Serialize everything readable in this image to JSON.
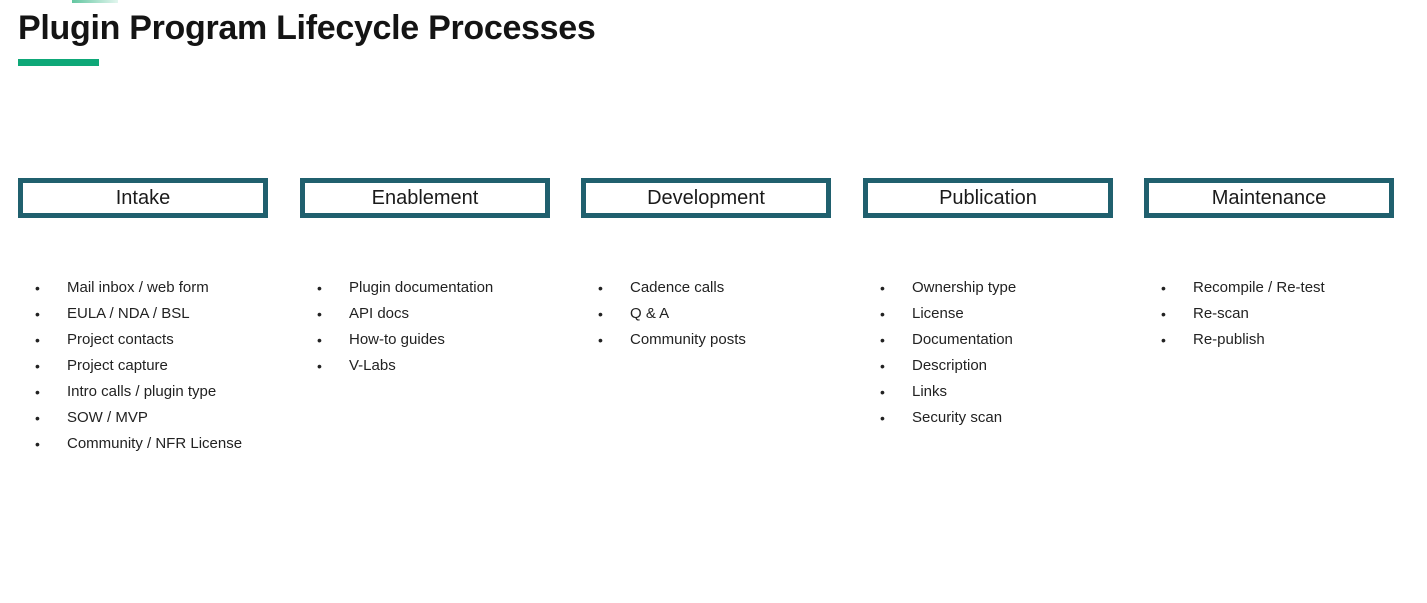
{
  "page": {
    "title": "Plugin Program Lifecycle Processes"
  },
  "colors": {
    "accent_green": "#0ea878",
    "frame_teal": "#20606e",
    "text": "#1a1a1a",
    "background": "#ffffff"
  },
  "columns": [
    {
      "header": "Intake",
      "items": [
        "Mail inbox / web form",
        "EULA / NDA / BSL",
        "Project contacts",
        "Project capture",
        "Intro calls / plugin type",
        "SOW / MVP",
        "Community / NFR License"
      ]
    },
    {
      "header": "Enablement",
      "items": [
        "Plugin documentation",
        "API docs",
        "How-to guides",
        "V-Labs"
      ]
    },
    {
      "header": "Development",
      "items": [
        "Cadence calls",
        "Q & A",
        "Community posts"
      ]
    },
    {
      "header": "Publication",
      "items": [
        "Ownership type",
        "License",
        "Documentation",
        "Description",
        "Links",
        "Security scan"
      ]
    },
    {
      "header": "Maintenance",
      "items": [
        "Recompile / Re-test",
        "Re-scan",
        "Re-publish"
      ]
    }
  ]
}
